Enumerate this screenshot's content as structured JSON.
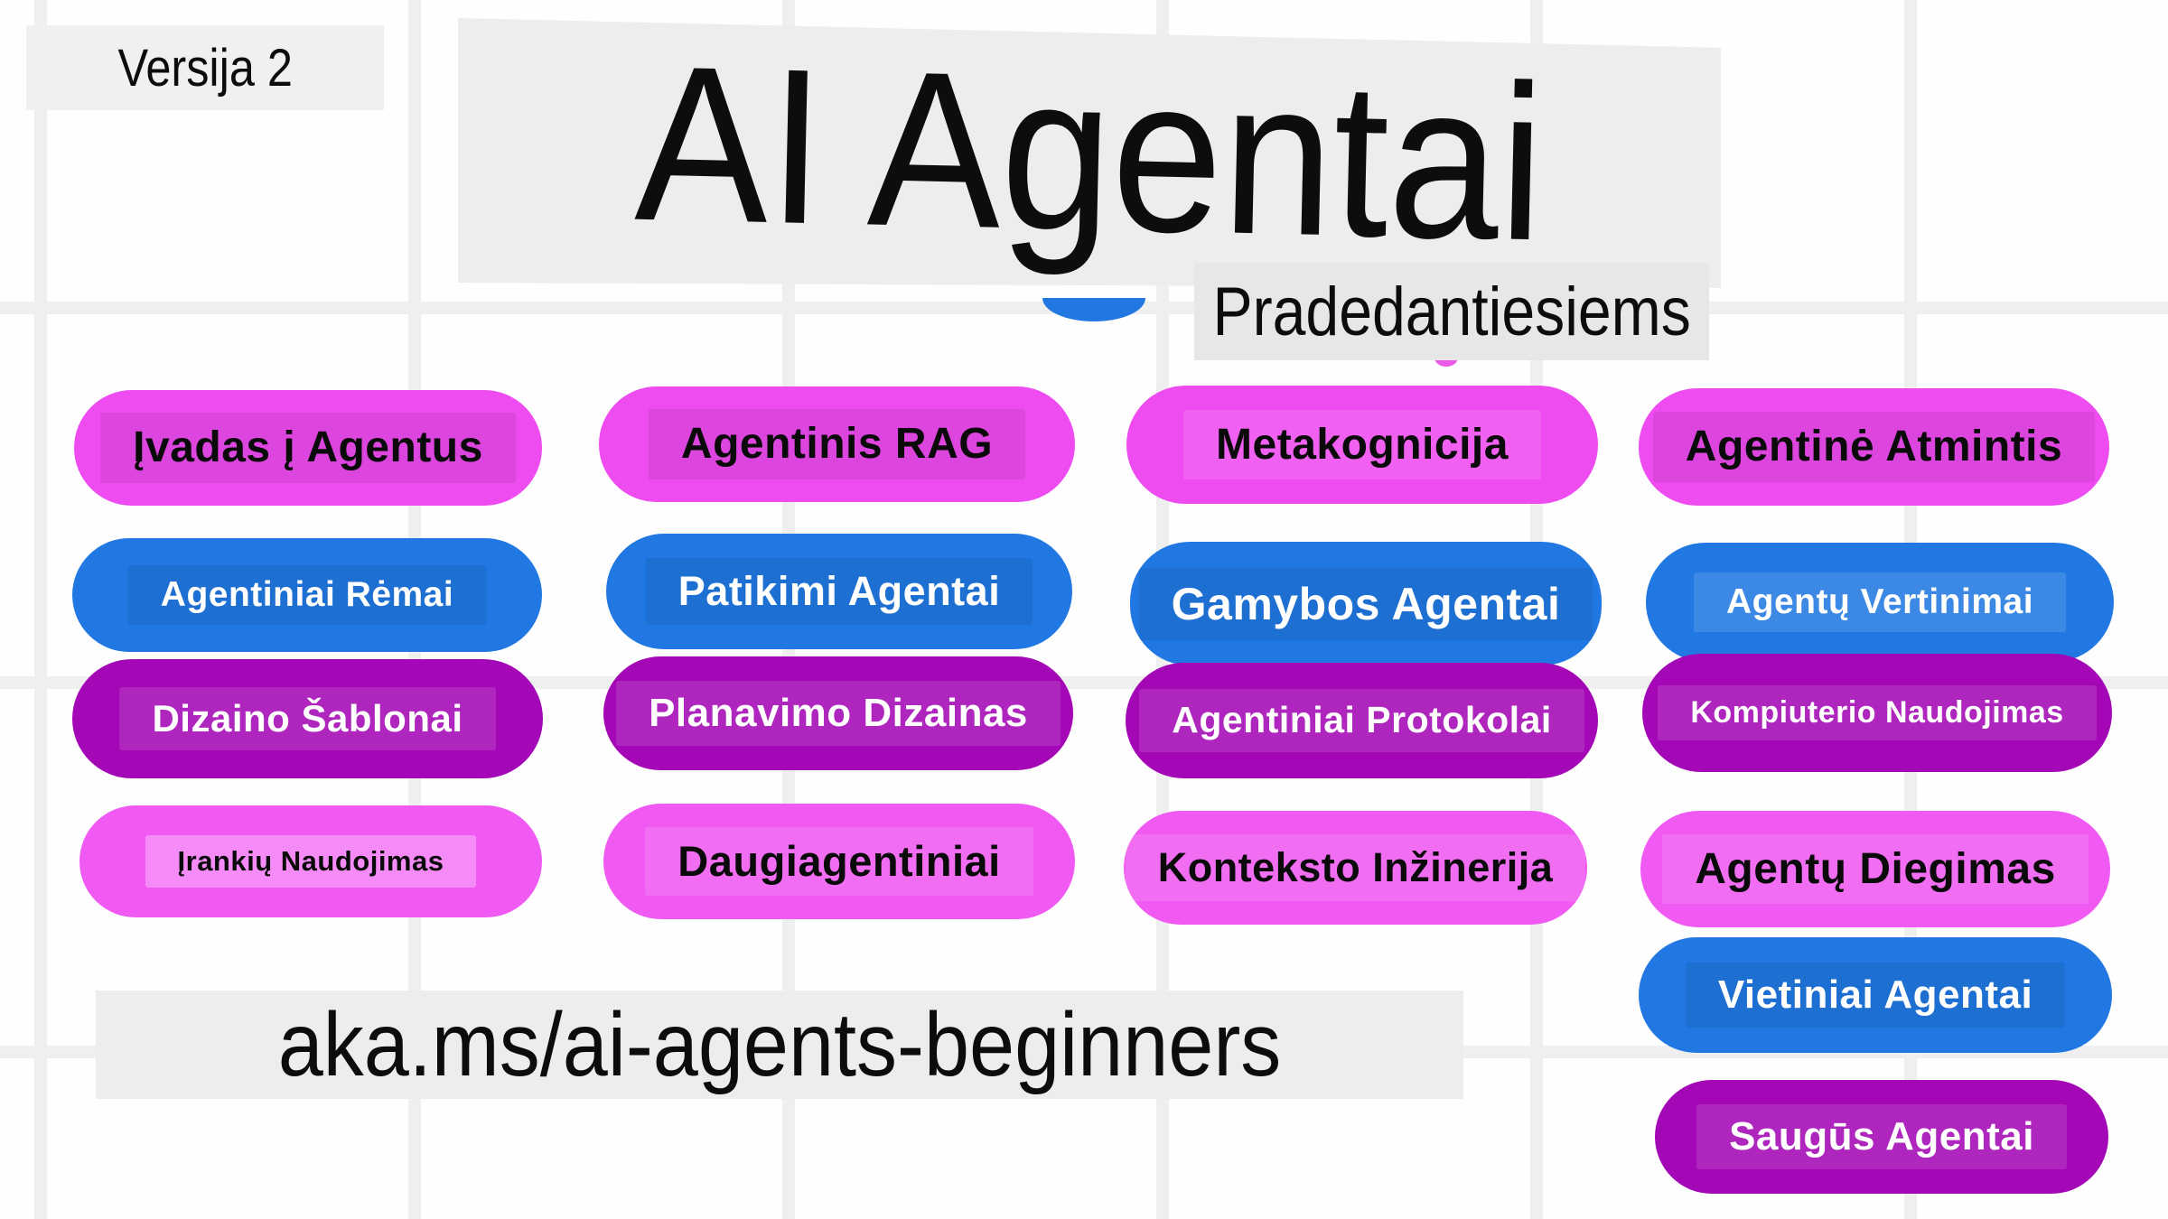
{
  "badge": {
    "label": "Versija 2"
  },
  "header": {
    "title": "AI Agentai",
    "subtitle": "Pradedantiesiems"
  },
  "footer": {
    "link": "aka.ms/ai-agents-beginners"
  },
  "palette": {
    "magenta": "#EE4BF0",
    "magenta_light": "#F05AF2",
    "blue": "#2178E2",
    "purple": "#A408B6",
    "panel_gray": "#EDEDED",
    "dark_text": "#0A0A0A",
    "light_text": "#FFFFFF"
  },
  "topics": [
    {
      "label": "Įvadas į Agentus",
      "color": "magenta"
    },
    {
      "label": "Agentiniai Rėmai",
      "color": "blue"
    },
    {
      "label": "Dizaino Šablonai",
      "color": "purple"
    },
    {
      "label": "Įrankių Naudojimas",
      "color": "magenta_light"
    },
    {
      "label": "Agentinis RAG",
      "color": "magenta"
    },
    {
      "label": "Patikimi Agentai",
      "color": "blue"
    },
    {
      "label": "Planavimo Dizainas",
      "color": "purple"
    },
    {
      "label": "Daugiagentiniai",
      "color": "magenta_light"
    },
    {
      "label": "Metakognicija",
      "color": "magenta"
    },
    {
      "label": "Gamybos Agentai",
      "color": "blue"
    },
    {
      "label": "Agentiniai Protokolai",
      "color": "purple"
    },
    {
      "label": "Konteksto Inžinerija",
      "color": "magenta_light"
    },
    {
      "label": "Agentinė Atmintis",
      "color": "magenta"
    },
    {
      "label": "Agentų Vertinimai",
      "color": "blue"
    },
    {
      "label": "Kompiuterio Naudojimas",
      "color": "purple"
    },
    {
      "label": "Agentų Diegimas",
      "color": "magenta_light"
    },
    {
      "label": "Vietiniai Agentai",
      "color": "blue"
    },
    {
      "label": "Saugūs Agentai",
      "color": "purple"
    }
  ]
}
